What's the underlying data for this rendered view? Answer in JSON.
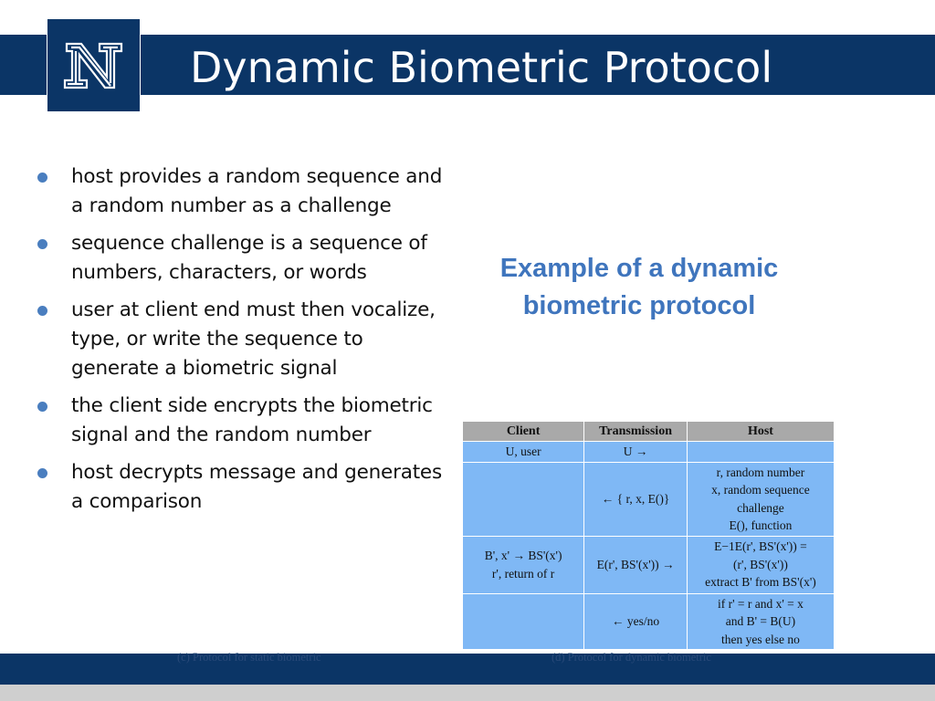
{
  "slide": {
    "title": "Dynamic Biometric Protocol",
    "logo_icon": "university-n-logo",
    "bullets": [
      "host provides a random sequence and a random number as a challenge",
      "sequence challenge is a sequence of numbers, characters, or words",
      "user at client end must then vocalize, type, or write the sequence to generate a biometric signal",
      "the client side encrypts the biometric signal and the random number",
      "host decrypts message and generates a comparison"
    ],
    "caption": "Example of a dynamic biometric protocol"
  },
  "protocol_table": {
    "headers": [
      "Client",
      "Transmission",
      "Host"
    ],
    "rows": [
      {
        "client": [
          "U, user"
        ],
        "transmission": [
          "U →"
        ],
        "host": []
      },
      {
        "client": [],
        "transmission": [
          "← { r, x, E()}"
        ],
        "host": [
          "r, random number",
          "x, random sequence challenge",
          "E(), function"
        ]
      },
      {
        "client": [
          "B', x'  → BS'(x')",
          "r', return of r"
        ],
        "transmission": [
          "E(r', BS'(x')) →"
        ],
        "host": [
          "E−1E(r', BS'(x')) =",
          "(r', BS'(x'))",
          "extract B' from BS'(x')"
        ]
      },
      {
        "client": [],
        "transmission": [
          "← yes/no"
        ],
        "host": [
          "if r' = r and x' = x",
          "and B' = B(U)",
          "then yes else no"
        ]
      }
    ]
  },
  "footer": {
    "caption_left": "(c) Protocol for static biometric",
    "caption_right": "(d) Protocol for dynamic biometric"
  },
  "colors": {
    "brand_navy": "#0b3566",
    "bullet_blue": "#4a7ebf",
    "caption_blue": "#3f75bd",
    "table_cell_blue": "#7fb8f5",
    "table_header_gray": "#a9a9a9"
  }
}
